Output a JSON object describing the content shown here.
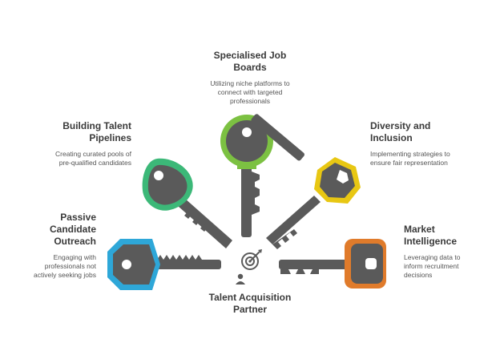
{
  "center": {
    "title": "Talent Acquisition Partner",
    "icon": "target-person-icon"
  },
  "items": [
    {
      "id": "specialised",
      "title": "Specialised Job Boards",
      "desc": "Utilizing niche platforms to connect with targeted professionals",
      "color": "#7cc142"
    },
    {
      "id": "diversity",
      "title": "Diversity and Inclusion",
      "desc": "Implementing strategies to ensure fair representation",
      "color": "#e8c713"
    },
    {
      "id": "market",
      "title": "Market Intelligence",
      "desc": "Leveraging data to inform recruitment decisions",
      "color": "#e07b2b"
    },
    {
      "id": "pipelines",
      "title": "Building Talent Pipelines",
      "desc": "Creating curated pools of pre-qualified candidates",
      "color": "#3cb878"
    },
    {
      "id": "passive",
      "title": "Passive Candidate Outreach",
      "desc": "Engaging with professionals not actively seeking jobs",
      "color": "#2ea7d8"
    }
  ],
  "key_color": "#5a5a5a"
}
